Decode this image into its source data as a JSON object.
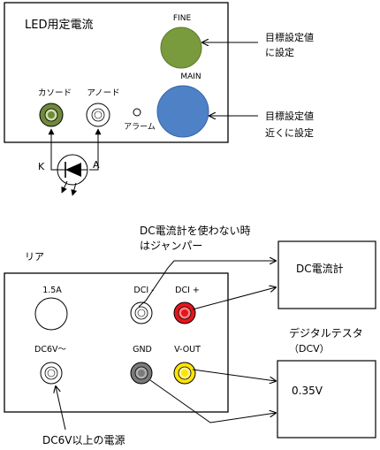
{
  "front": {
    "title": "LED用定電流",
    "fine_label": "FINE",
    "main_label": "MAIN",
    "cathode_label": "カソード",
    "anode_label": "アノード",
    "alarm_label": "アラーム",
    "fine_note_line1": "目標設定値",
    "fine_note_line2": "に設定",
    "main_note_line1": "目標設定値",
    "main_note_line2": "近くに設定",
    "led_k": "K",
    "led_a": "A"
  },
  "rear": {
    "title": "リア",
    "jumper_note_line1": "DC電流計を使わない時",
    "jumper_note_line2": "はジャンパー",
    "fuse_label": "1.5A",
    "dci_minus_label": "DCI -",
    "dci_plus_label": "DCI +",
    "dc6v_label": "DC6V〜",
    "gnd_label": "GND",
    "vout_label": "V-OUT",
    "ammeter_label": "DC電流計",
    "tester_label_line1": "デジタルテスタ",
    "tester_label_line2": "（DCV）",
    "tester_value": "0.35V",
    "power_note": "DC6V以上の電源"
  },
  "colors": {
    "fine_knob": "#7a9a3e",
    "main_knob": "#4f81c7",
    "cathode_jack": "#6e8a3a",
    "dci_plus_jack": "#e8141c",
    "gnd_jack": "#7a7a7a",
    "vout_jack": "#ffe400"
  }
}
